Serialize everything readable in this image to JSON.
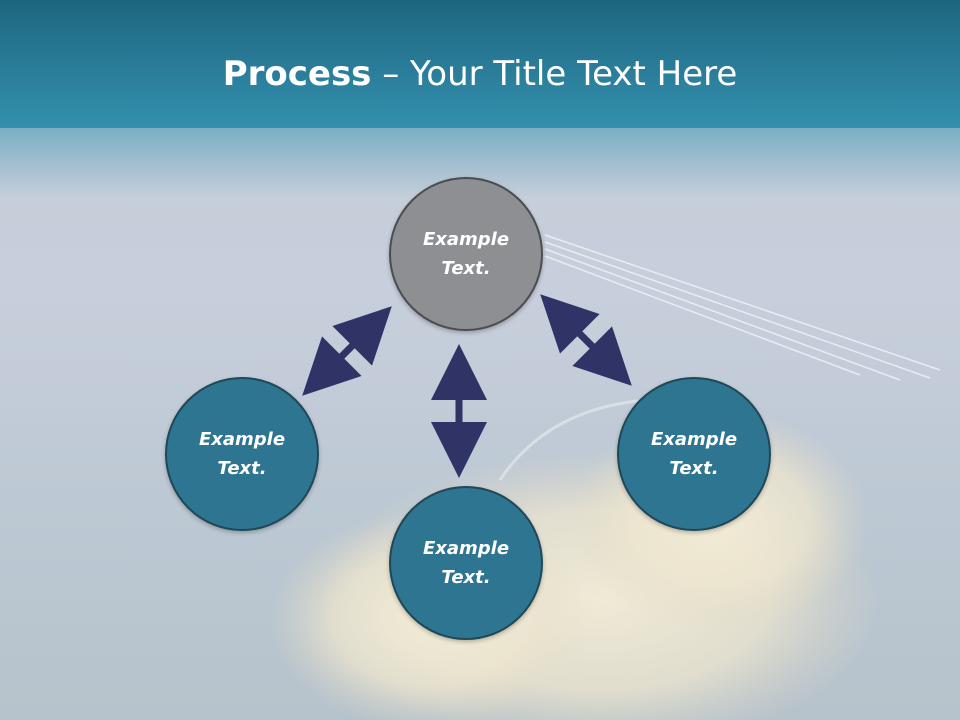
{
  "title": {
    "bold": "Process",
    "rest": " – Your Title Text Here"
  },
  "nodes": {
    "top": {
      "line1": "Example",
      "line2": "Text."
    },
    "left": {
      "line1": "Example",
      "line2": "Text."
    },
    "right": {
      "line1": "Example",
      "line2": "Text."
    },
    "bottom": {
      "line1": "Example",
      "line2": "Text."
    }
  },
  "colors": {
    "header": "#2b7f9c",
    "center_node": "#8d8f93",
    "teal_node": "#2d7590",
    "arrow": "#2f3366"
  }
}
